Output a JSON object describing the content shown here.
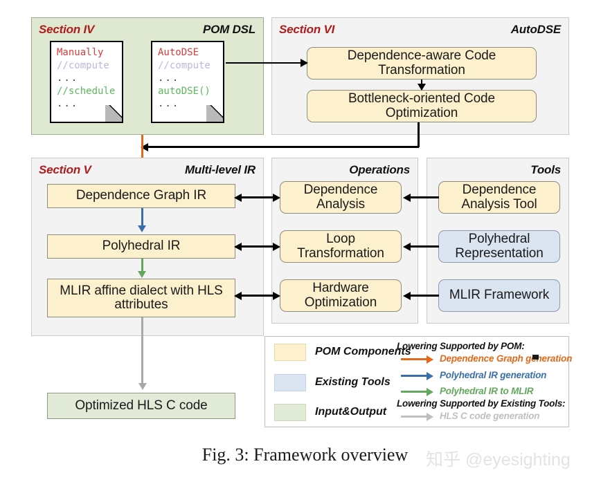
{
  "figure": {
    "caption": "Fig. 3: Framework overview",
    "watermark": "知乎 @eyesighting"
  },
  "panels": {
    "section_iv": {
      "section_label": "Section IV",
      "title": "POM DSL",
      "cards": [
        {
          "name": "manually-card",
          "lines": [
            {
              "text": "Manually",
              "style": "red"
            },
            {
              "text": "//compute",
              "style": "lavender"
            },
            {
              "text": "...",
              "style": "dot"
            },
            {
              "text": "//schedule",
              "style": "green"
            },
            {
              "text": "...",
              "style": "dot"
            }
          ]
        },
        {
          "name": "autodse-card",
          "lines": [
            {
              "text": "AutoDSE",
              "style": "red"
            },
            {
              "text": "//compute",
              "style": "lavender"
            },
            {
              "text": "...",
              "style": "dot"
            },
            {
              "text": "autoDSE()",
              "style": "green"
            },
            {
              "text": "...",
              "style": "dot"
            }
          ]
        }
      ]
    },
    "section_vi": {
      "section_label": "Section VI",
      "title": "AutoDSE",
      "nodes": [
        {
          "label": "Dependence-aware Code Transformation",
          "kind": "pom"
        },
        {
          "label": "Bottleneck-oriented Code Optimization",
          "kind": "pom"
        }
      ]
    },
    "section_v": {
      "section_label": "Section V",
      "title": "Multi-level IR",
      "nodes": [
        {
          "label": "Dependence Graph IR",
          "kind": "pom"
        },
        {
          "label": "Polyhedral IR",
          "kind": "pom"
        },
        {
          "label": "MLIR affine dialect with HLS attributes",
          "kind": "pom"
        }
      ]
    },
    "operations": {
      "title": "Operations",
      "nodes": [
        {
          "label": "Dependence Analysis",
          "kind": "pom"
        },
        {
          "label": "Loop Transformation",
          "kind": "pom"
        },
        {
          "label": "Hardware Optimization",
          "kind": "pom"
        }
      ]
    },
    "tools": {
      "title": "Tools",
      "nodes": [
        {
          "label": "Dependence Analysis Tool",
          "kind": "pom"
        },
        {
          "label": "Polyhedral Representation",
          "kind": "existing"
        },
        {
          "label": "MLIR Framework",
          "kind": "existing"
        }
      ]
    }
  },
  "output": {
    "label": "Optimized HLS C code"
  },
  "legend": {
    "swatches": [
      {
        "label": "POM Components",
        "color": "#fdf1cd"
      },
      {
        "label": "Existing Tools",
        "color": "#dbe5f1"
      },
      {
        "label": "Input&Output",
        "color": "#e2ebd8"
      }
    ],
    "group_pom_heading": "Lowering Supported by POM:",
    "group_pom_items": [
      {
        "label": "Dependence Graph generation",
        "color": "#e2691a"
      },
      {
        "label": "Polyhedral IR generation",
        "color": "#3a6ea8"
      },
      {
        "label": "Polyhedral IR to MLIR",
        "color": "#61a85c"
      }
    ],
    "group_tools_heading": "Lowering Supported by Existing Tools:",
    "group_tools_items": [
      {
        "label": "HLS C code generation",
        "color": "#bfbfbf"
      }
    ]
  },
  "colors": {
    "orange": "#e2691a",
    "blue": "#3a6ea8",
    "green": "#61a85c",
    "grey": "#a8a8a8",
    "black": "#000000",
    "section_red": "#b01a1a"
  }
}
